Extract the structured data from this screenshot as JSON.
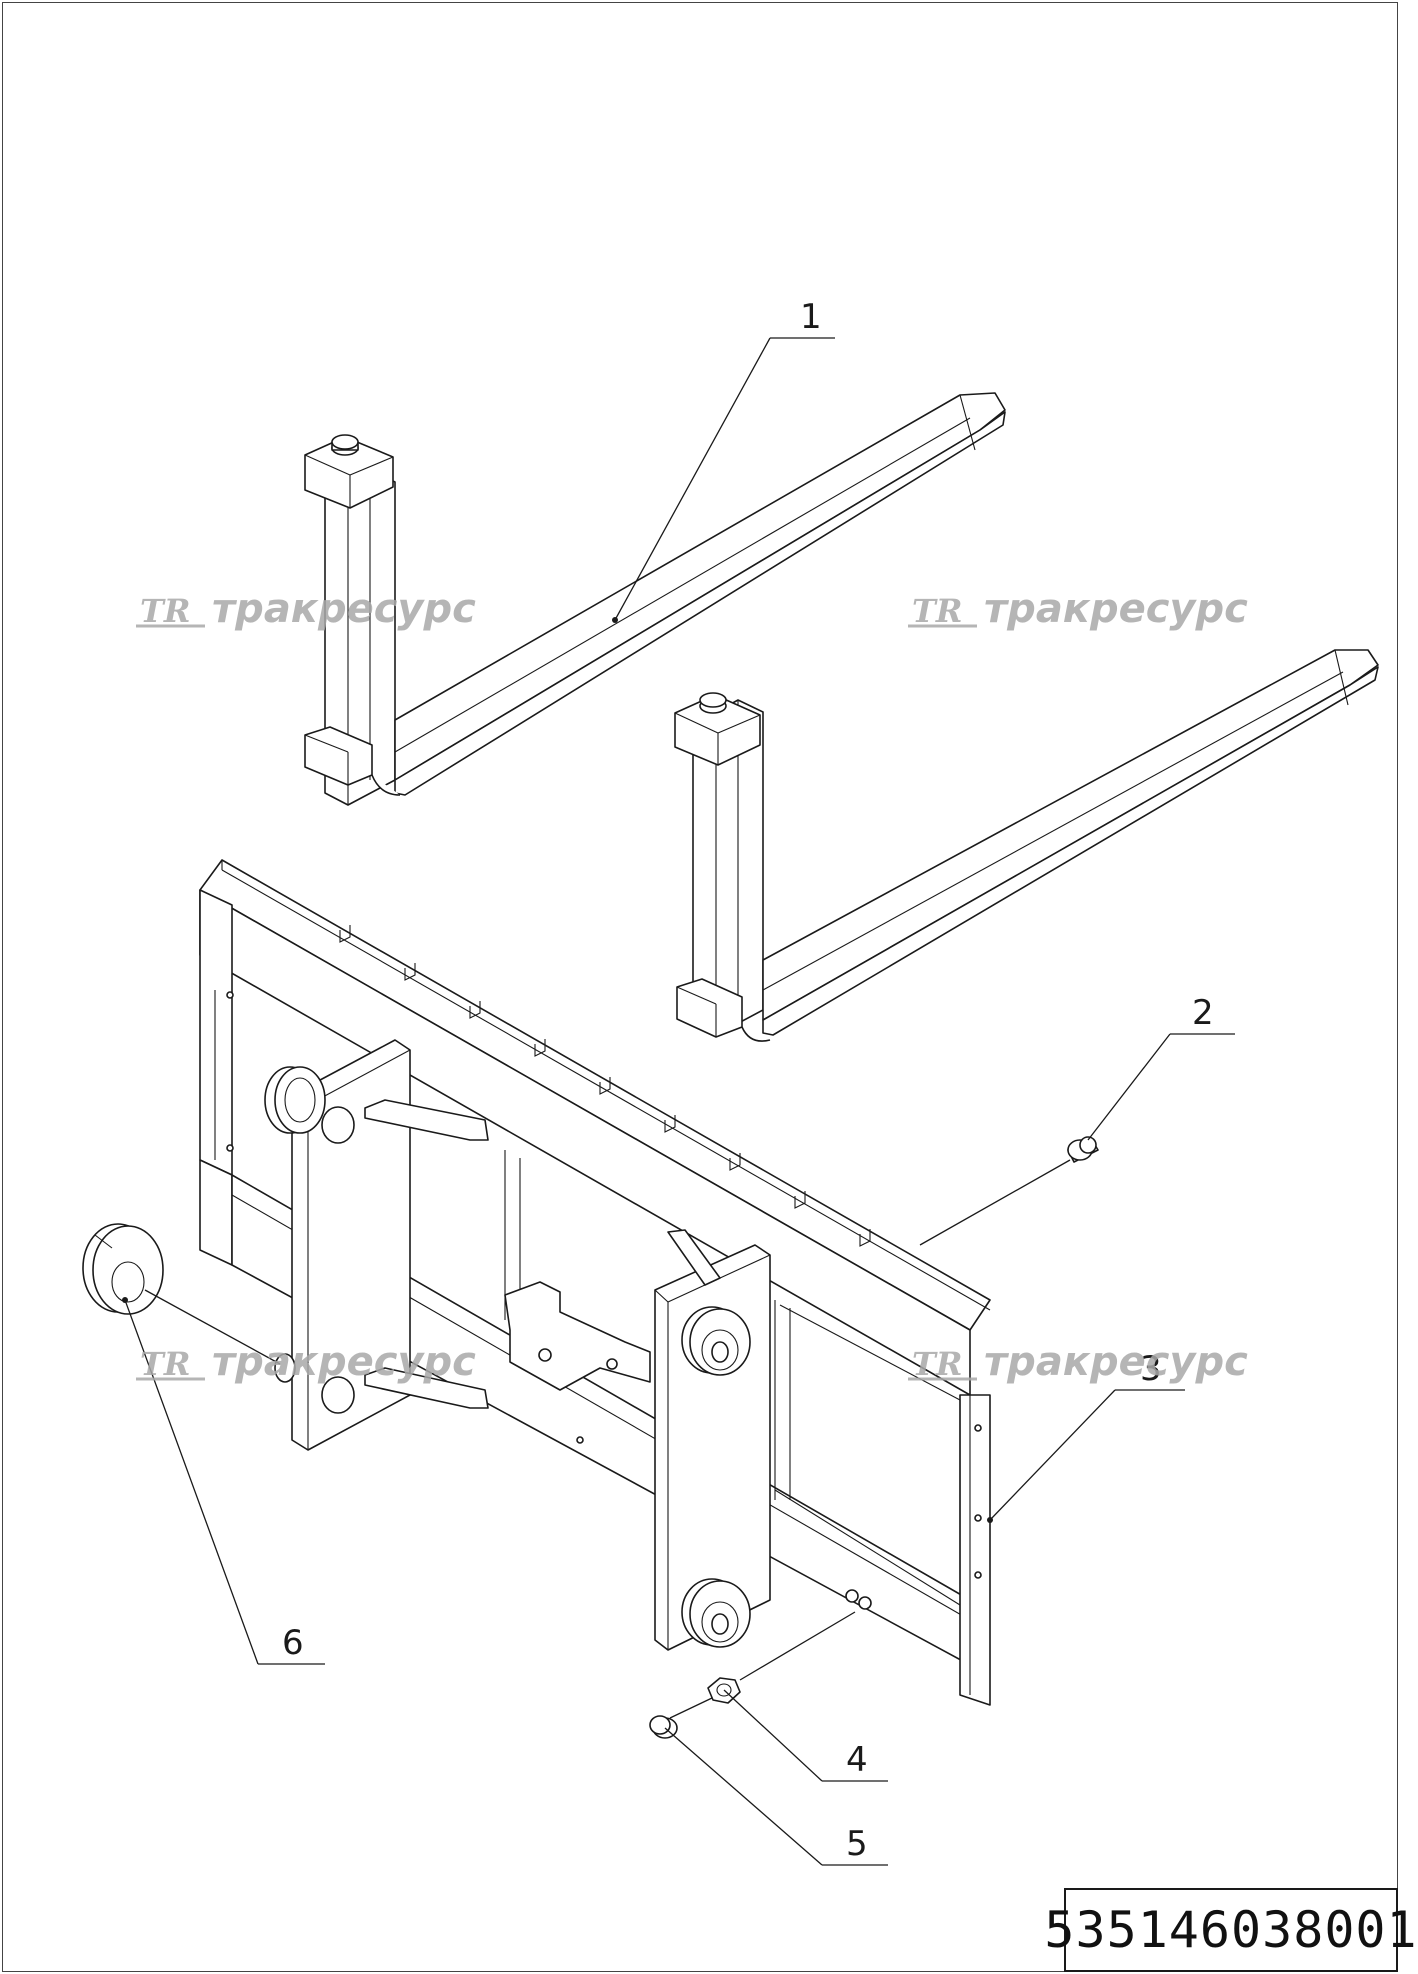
{
  "drawing_number": "535146038001",
  "watermark": {
    "text": "тракресурс",
    "logo": "TR",
    "color": "#a9a9a9"
  },
  "callouts": [
    {
      "id": "1",
      "label": "1"
    },
    {
      "id": "2",
      "label": "2"
    },
    {
      "id": "3",
      "label": "3"
    },
    {
      "id": "4",
      "label": "4"
    },
    {
      "id": "5",
      "label": "5"
    },
    {
      "id": "6",
      "label": "6"
    }
  ]
}
